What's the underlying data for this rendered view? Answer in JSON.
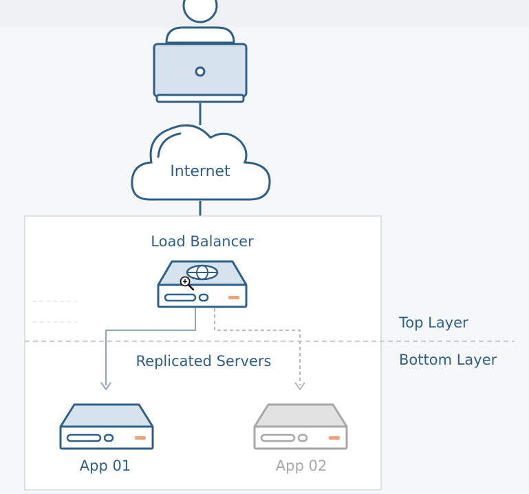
{
  "colors": {
    "accent": "#2f5f86",
    "light_blue": "#d6e3ee",
    "inactive_gray": "#a7a7a7",
    "inactive_fill": "#e2e2e2",
    "orange_led": "#e9a57a",
    "box_border": "#d5d8dc",
    "dashed_line": "#c9ccd0"
  },
  "cloud": {
    "label": "Internet"
  },
  "load_balancer": {
    "label": "Load Balancer"
  },
  "replicated": {
    "label": "Replicated Servers"
  },
  "layers": {
    "top": "Top Layer",
    "bottom": "Bottom Layer"
  },
  "servers": [
    {
      "label": "App 01",
      "state": "active"
    },
    {
      "label": "App 02",
      "state": "inactive"
    }
  ],
  "icons": {
    "user": "user-icon",
    "laptop": "laptop-icon",
    "cloud": "cloud-icon",
    "globe": "globe-icon",
    "cursor": "zoom-in-cursor-icon",
    "server": "server-icon"
  }
}
